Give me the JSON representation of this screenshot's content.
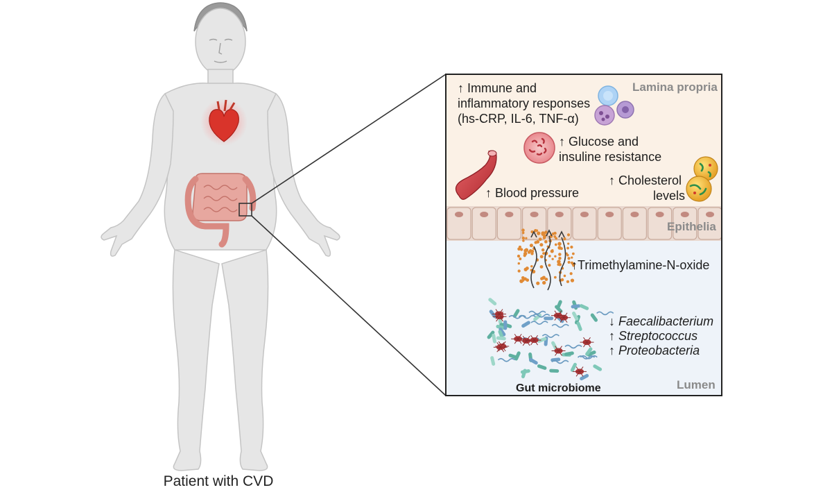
{
  "caption": "Patient with CVD",
  "zones": {
    "lamina_propria": "Lamina propria",
    "epithelia": "Epithelia",
    "lumen": "Lumen"
  },
  "effects": {
    "immune_line1": "↑ Immune  and",
    "immune_line2": "inflammatory responses",
    "immune_line3": "(hs-CRP, IL-6, TNF-α)",
    "glucose_line1": "↑ Glucose and",
    "glucose_line2": "insuline resistance",
    "cholesterol_line1": "↑ Cholesterol",
    "cholesterol_line2": "levels",
    "blood_pressure": "↑ Blood pressure",
    "tmao": "↑Trimethylamine-N-oxide"
  },
  "microbiome": {
    "label": "Gut microbiome",
    "taxa": [
      {
        "arrow": "↓",
        "name": "Faecalibacterium"
      },
      {
        "arrow": "↑",
        "name": "Streptococcus"
      },
      {
        "arrow": "↑",
        "name": "Proteobacteria"
      }
    ]
  },
  "colors": {
    "lamina": "#fbf1e6",
    "lumen": "#eef3f9",
    "epithelium": "#e9d8cf",
    "body": "#e6e6e6",
    "heart": "#d9342b",
    "colon": "#e09a92"
  }
}
